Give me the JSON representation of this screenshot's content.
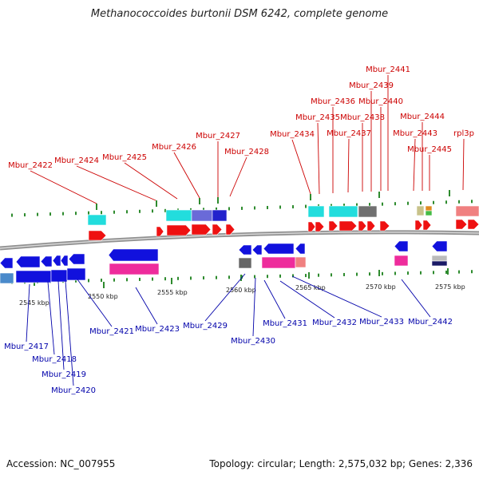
{
  "title": "Methanococcoides burtonii DSM 6242, complete genome",
  "accession": "Accession: NC_007955",
  "summary": "Topology: circular; Length: 2,575,032 bp; Genes: 2,336",
  "colors": {
    "forward_label": "#cc0000",
    "reverse_label": "#0000aa",
    "tick": "#2e8b2e",
    "backbone": "#909090"
  },
  "scale_labels": [
    "2545 kbp",
    "2550 kbp",
    "2555 kbp",
    "2560 kbp",
    "2565 kbp",
    "2570 kbp",
    "2575 kbp"
  ],
  "forward_genes": [
    "Mbur_2422",
    "Mbur_2424",
    "Mbur_2425",
    "Mbur_2426",
    "Mbur_2427",
    "Mbur_2428",
    "Mbur_2434",
    "Mbur_2435",
    "Mbur_2436",
    "Mbur_2437",
    "Mbur_2438",
    "Mbur_2439",
    "Mbur_2440",
    "Mbur_2441",
    "Mbur_2443",
    "Mbur_2444",
    "Mbur_2445",
    "rpl3p"
  ],
  "reverse_genes": [
    "Mbur_2417",
    "Mbur_2418",
    "Mbur_2419",
    "Mbur_2420",
    "Mbur_2421",
    "Mbur_2423",
    "Mbur_2429",
    "Mbur_2430",
    "Mbur_2431",
    "Mbur_2432",
    "Mbur_2433",
    "Mbur_2442"
  ]
}
